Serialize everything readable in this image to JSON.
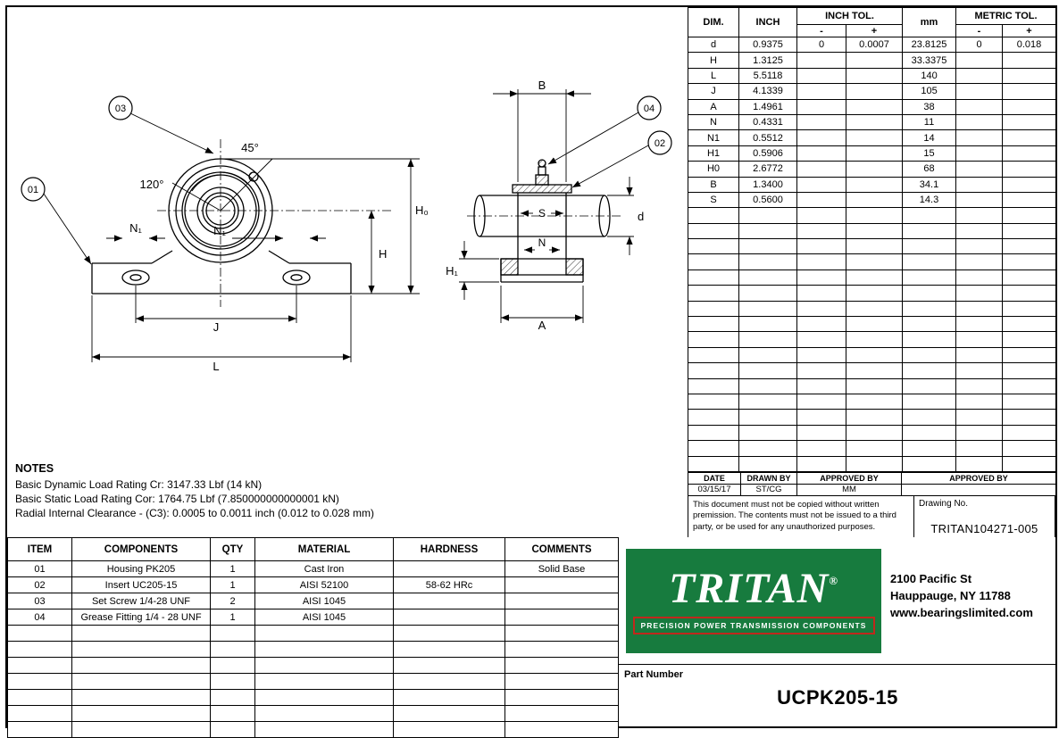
{
  "drawing": {
    "balloons": [
      "01",
      "02",
      "03",
      "04"
    ],
    "labels": {
      "angle45": "45°",
      "angle120": "120°",
      "n1": "N₁",
      "h": "H",
      "h0": "H₀",
      "j": "J",
      "l": "L",
      "b": "B",
      "s": "S",
      "n": "N",
      "d": "d",
      "h1": "H₁",
      "a": "A"
    }
  },
  "notes": {
    "title": "NOTES",
    "lines": [
      "Basic Dynamic Load Rating Cr: 3147.33 Lbf (14 kN)",
      "Basic Static Load Rating Cor: 1764.75 Lbf (7.850000000000001 kN)",
      "Radial Internal Clearance - (C3): 0.0005 to 0.0011 inch (0.012 to 0.028 mm)"
    ]
  },
  "dim_table": {
    "headers": {
      "dim": "DIM.",
      "inch": "INCH",
      "inch_tol": "INCH TOL.",
      "mm": "mm",
      "metric_tol": "METRIC TOL.",
      "minus": "-",
      "plus": "+"
    },
    "rows": [
      [
        "d",
        "0.9375",
        "0",
        "0.0007",
        "23.8125",
        "0",
        "0.018"
      ],
      [
        "H",
        "1.3125",
        "",
        "",
        "33.3375",
        "",
        ""
      ],
      [
        "L",
        "5.5118",
        "",
        "",
        "140",
        "",
        ""
      ],
      [
        "J",
        "4.1339",
        "",
        "",
        "105",
        "",
        ""
      ],
      [
        "A",
        "1.4961",
        "",
        "",
        "38",
        "",
        ""
      ],
      [
        "N",
        "0.4331",
        "",
        "",
        "11",
        "",
        ""
      ],
      [
        "N1",
        "0.5512",
        "",
        "",
        "14",
        "",
        ""
      ],
      [
        "H1",
        "0.5906",
        "",
        "",
        "15",
        "",
        ""
      ],
      [
        "H0",
        "2.6772",
        "",
        "",
        "68",
        "",
        ""
      ],
      [
        "B",
        "1.3400",
        "",
        "",
        "34.1",
        "",
        ""
      ],
      [
        "S",
        "0.5600",
        "",
        "",
        "14.3",
        "",
        ""
      ]
    ],
    "empty_rows": 17
  },
  "title_block": {
    "date_label": "DATE",
    "drawn_by_label": "DRAWN BY",
    "approved_by_label": "APPROVED BY",
    "approved_by2_label": "APPROVED BY",
    "date": "03/15/17",
    "drawn_by": "ST/CG",
    "approved_by": "MM",
    "approved_by2": "",
    "disclaimer": "This document must not be copied without written premission. The contents must not be issued to a third party, or be used for any unauthorized purposes.",
    "drawing_no_label": "Drawing No.",
    "drawing_no": "TRITAN104271-005"
  },
  "components_table": {
    "headers": [
      "ITEM",
      "COMPONENTS",
      "QTY",
      "MATERIAL",
      "HARDNESS",
      "COMMENTS"
    ],
    "rows": [
      [
        "01",
        "Housing PK205",
        "1",
        "Cast Iron",
        "",
        "Solid Base"
      ],
      [
        "02",
        "Insert UC205-15",
        "1",
        "AISI 52100",
        "58-62 HRc",
        ""
      ],
      [
        "03",
        "Set Screw 1/4-28 UNF",
        "2",
        "AISI 1045",
        "",
        ""
      ],
      [
        "04",
        "Grease Fitting 1/4 - 28 UNF",
        "1",
        "AISI 1045",
        "",
        ""
      ]
    ],
    "empty_rows": 7
  },
  "brand": {
    "logo_text": "TRITAN",
    "registered": "®",
    "tagline": "PRECISION POWER TRANSMISSION COMPONENTS",
    "address_line1": "2100 Pacific St",
    "address_line2": "Hauppauge, NY 11788",
    "address_line3": "www.bearingslimited.com",
    "green": "#177b3e",
    "red": "#c0281c"
  },
  "part": {
    "label": "Part Number",
    "number": "UCPK205-15"
  }
}
